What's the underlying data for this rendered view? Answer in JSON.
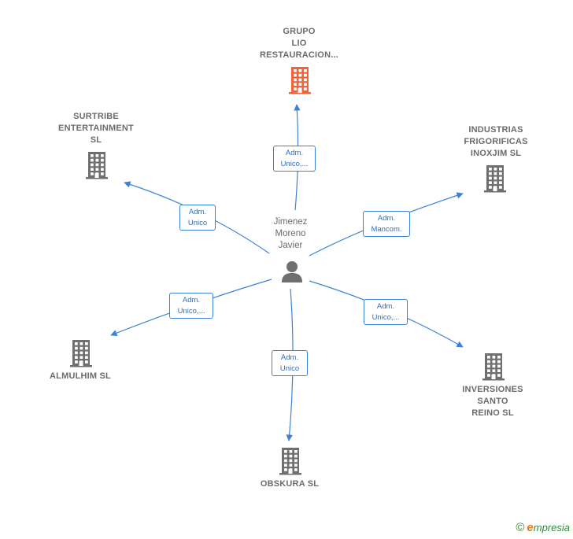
{
  "center": {
    "name_lines": [
      "Jimenez",
      "Moreno",
      "Javier"
    ]
  },
  "companies": [
    {
      "id": "grupo",
      "name_lines": [
        "GRUPO",
        "LIO",
        "RESTAURACION..."
      ],
      "highlight": true,
      "color": "#f4623a"
    },
    {
      "id": "surtribe",
      "name_lines": [
        "SURTRIBE",
        "ENTERTAINMENT",
        "SL"
      ],
      "highlight": false,
      "color": "#6f6f6f"
    },
    {
      "id": "industrias",
      "name_lines": [
        "INDUSTRIAS",
        "FRIGORIFICAS",
        "INOXJIM SL"
      ],
      "highlight": false,
      "color": "#6f6f6f"
    },
    {
      "id": "almulhim",
      "name_lines": [
        "ALMULHIM SL"
      ],
      "highlight": false,
      "color": "#6f6f6f"
    },
    {
      "id": "inversiones",
      "name_lines": [
        "INVERSIONES",
        "SANTO",
        "REINO SL"
      ],
      "highlight": false,
      "color": "#6f6f6f"
    },
    {
      "id": "obskura",
      "name_lines": [
        "OBSKURA SL"
      ],
      "highlight": false,
      "color": "#6f6f6f"
    }
  ],
  "edges": [
    {
      "to": "grupo",
      "label_lines": [
        "Adm.",
        "Unico,..."
      ]
    },
    {
      "to": "surtribe",
      "label_lines": [
        "Adm.",
        "Unico"
      ]
    },
    {
      "to": "industrias",
      "label_lines": [
        "Adm.",
        "Mancom."
      ]
    },
    {
      "to": "almulhim",
      "label_lines": [
        "Adm.",
        "Unico,..."
      ]
    },
    {
      "to": "inversiones",
      "label_lines": [
        "Adm.",
        "Unico,..."
      ]
    },
    {
      "to": "obskura",
      "label_lines": [
        "Adm.",
        "Unico"
      ]
    }
  ],
  "colors": {
    "edge": "#3b82d6",
    "building": "#6f6f6f",
    "building_highlight": "#f4623a",
    "person": "#6f6f6f"
  },
  "footer": {
    "copyright_symbol": "©",
    "brand_initial": "e",
    "brand_rest": "mpresia"
  }
}
